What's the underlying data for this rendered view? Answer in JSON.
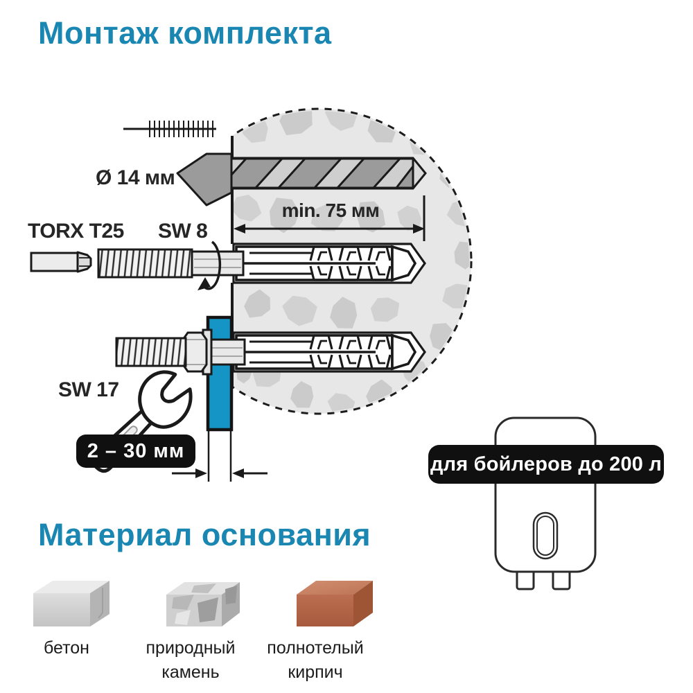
{
  "header": {
    "title": "Монтаж комплекта"
  },
  "diagram": {
    "labels": {
      "drill_diameter": "Ø 14 мм",
      "min_depth": "min. 75 мм",
      "torx": "TORX T25",
      "hex_drive": "SW 8",
      "wrench_size": "SW 17"
    },
    "badges": {
      "plate_thickness": "2 – 30 мм",
      "boiler_capacity": "для бойлеров до 200 л"
    },
    "colors": {
      "accent_blue_heading": "#1a86b2",
      "plate_blue": "#1595c5",
      "badge_bg": "#101010",
      "badge_text": "#ffffff",
      "wall_fill": "#e7e7e7",
      "wall_stones": "#cbcbcb",
      "drill_dark": "#9b9b9b",
      "brick": "#b86a4d"
    }
  },
  "materials": {
    "heading": "Материал основания",
    "items": [
      {
        "label": "бетон",
        "icon": "concrete-block-icon"
      },
      {
        "label": "природный камень",
        "icon": "natural-stone-icon"
      },
      {
        "label": "полнотелый кирпич",
        "icon": "solid-brick-icon"
      }
    ]
  }
}
